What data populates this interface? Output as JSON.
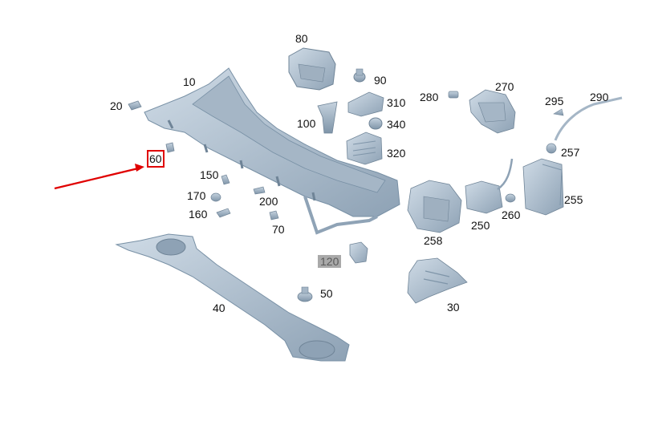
{
  "callouts": [
    {
      "id": "10",
      "text": "10"
    },
    {
      "id": "20",
      "text": "20"
    },
    {
      "id": "30",
      "text": "30"
    },
    {
      "id": "40",
      "text": "40"
    },
    {
      "id": "50",
      "text": "50"
    },
    {
      "id": "60",
      "text": "60"
    },
    {
      "id": "70",
      "text": "70"
    },
    {
      "id": "80",
      "text": "80"
    },
    {
      "id": "90",
      "text": "90"
    },
    {
      "id": "100",
      "text": "100"
    },
    {
      "id": "120",
      "text": "120"
    },
    {
      "id": "150",
      "text": "150"
    },
    {
      "id": "160",
      "text": "160"
    },
    {
      "id": "170",
      "text": "170"
    },
    {
      "id": "200",
      "text": "200"
    },
    {
      "id": "250",
      "text": "250"
    },
    {
      "id": "255",
      "text": "255"
    },
    {
      "id": "257",
      "text": "257"
    },
    {
      "id": "258",
      "text": "258"
    },
    {
      "id": "260",
      "text": "260"
    },
    {
      "id": "270",
      "text": "270"
    },
    {
      "id": "280",
      "text": "280"
    },
    {
      "id": "290",
      "text": "290"
    },
    {
      "id": "295",
      "text": "295"
    },
    {
      "id": "310",
      "text": "310"
    },
    {
      "id": "320",
      "text": "320"
    },
    {
      "id": "340",
      "text": "340"
    }
  ],
  "highlighted_callout": "60",
  "colors": {
    "part_fill": "#b9c8d6",
    "part_shade": "#8fa3b6",
    "part_dark": "#6f8497",
    "highlight": "#e00000",
    "grey_label_bg": "#a9a9a9"
  }
}
